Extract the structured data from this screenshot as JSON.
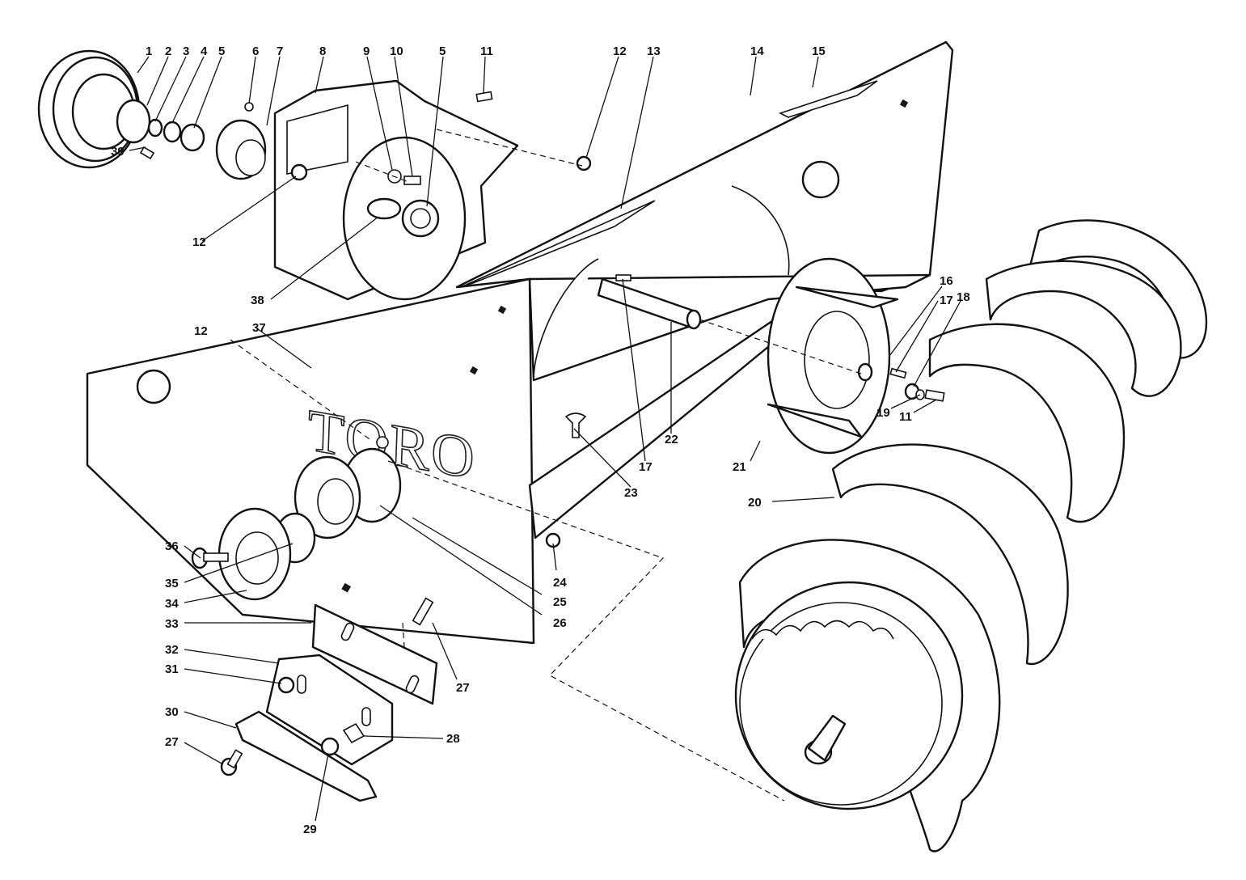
{
  "brand_text": "TORO",
  "callouts": [
    {
      "id": "c1",
      "text": "1"
    },
    {
      "id": "c2",
      "text": "2"
    },
    {
      "id": "c3",
      "text": "3"
    },
    {
      "id": "c4",
      "text": "4"
    },
    {
      "id": "c5a",
      "text": "5"
    },
    {
      "id": "c6",
      "text": "6"
    },
    {
      "id": "c7",
      "text": "7"
    },
    {
      "id": "c8",
      "text": "8"
    },
    {
      "id": "c9",
      "text": "9"
    },
    {
      "id": "c10",
      "text": "10"
    },
    {
      "id": "c5b",
      "text": "5"
    },
    {
      "id": "c11a",
      "text": "11"
    },
    {
      "id": "c12a",
      "text": "12"
    },
    {
      "id": "c13",
      "text": "13"
    },
    {
      "id": "c14",
      "text": "14"
    },
    {
      "id": "c15",
      "text": "15"
    },
    {
      "id": "c39",
      "text": "39"
    },
    {
      "id": "c12b",
      "text": "12"
    },
    {
      "id": "c38",
      "text": "38"
    },
    {
      "id": "c12c",
      "text": "12"
    },
    {
      "id": "c37",
      "text": "37"
    },
    {
      "id": "c16",
      "text": "16"
    },
    {
      "id": "c17a",
      "text": "17"
    },
    {
      "id": "c18",
      "text": "18"
    },
    {
      "id": "c19",
      "text": "19"
    },
    {
      "id": "c11b",
      "text": "11"
    },
    {
      "id": "c22",
      "text": "22"
    },
    {
      "id": "c17b",
      "text": "17"
    },
    {
      "id": "c21",
      "text": "21"
    },
    {
      "id": "c23",
      "text": "23"
    },
    {
      "id": "c20",
      "text": "20"
    },
    {
      "id": "c36",
      "text": "36"
    },
    {
      "id": "c24",
      "text": "24"
    },
    {
      "id": "c35",
      "text": "35"
    },
    {
      "id": "c25",
      "text": "25"
    },
    {
      "id": "c34",
      "text": "34"
    },
    {
      "id": "c26",
      "text": "26"
    },
    {
      "id": "c33",
      "text": "33"
    },
    {
      "id": "c27a",
      "text": "27"
    },
    {
      "id": "c32",
      "text": "32"
    },
    {
      "id": "c31",
      "text": "31"
    },
    {
      "id": "c30",
      "text": "30"
    },
    {
      "id": "c28",
      "text": "28"
    },
    {
      "id": "c27b",
      "text": "27"
    },
    {
      "id": "c29",
      "text": "29"
    }
  ]
}
